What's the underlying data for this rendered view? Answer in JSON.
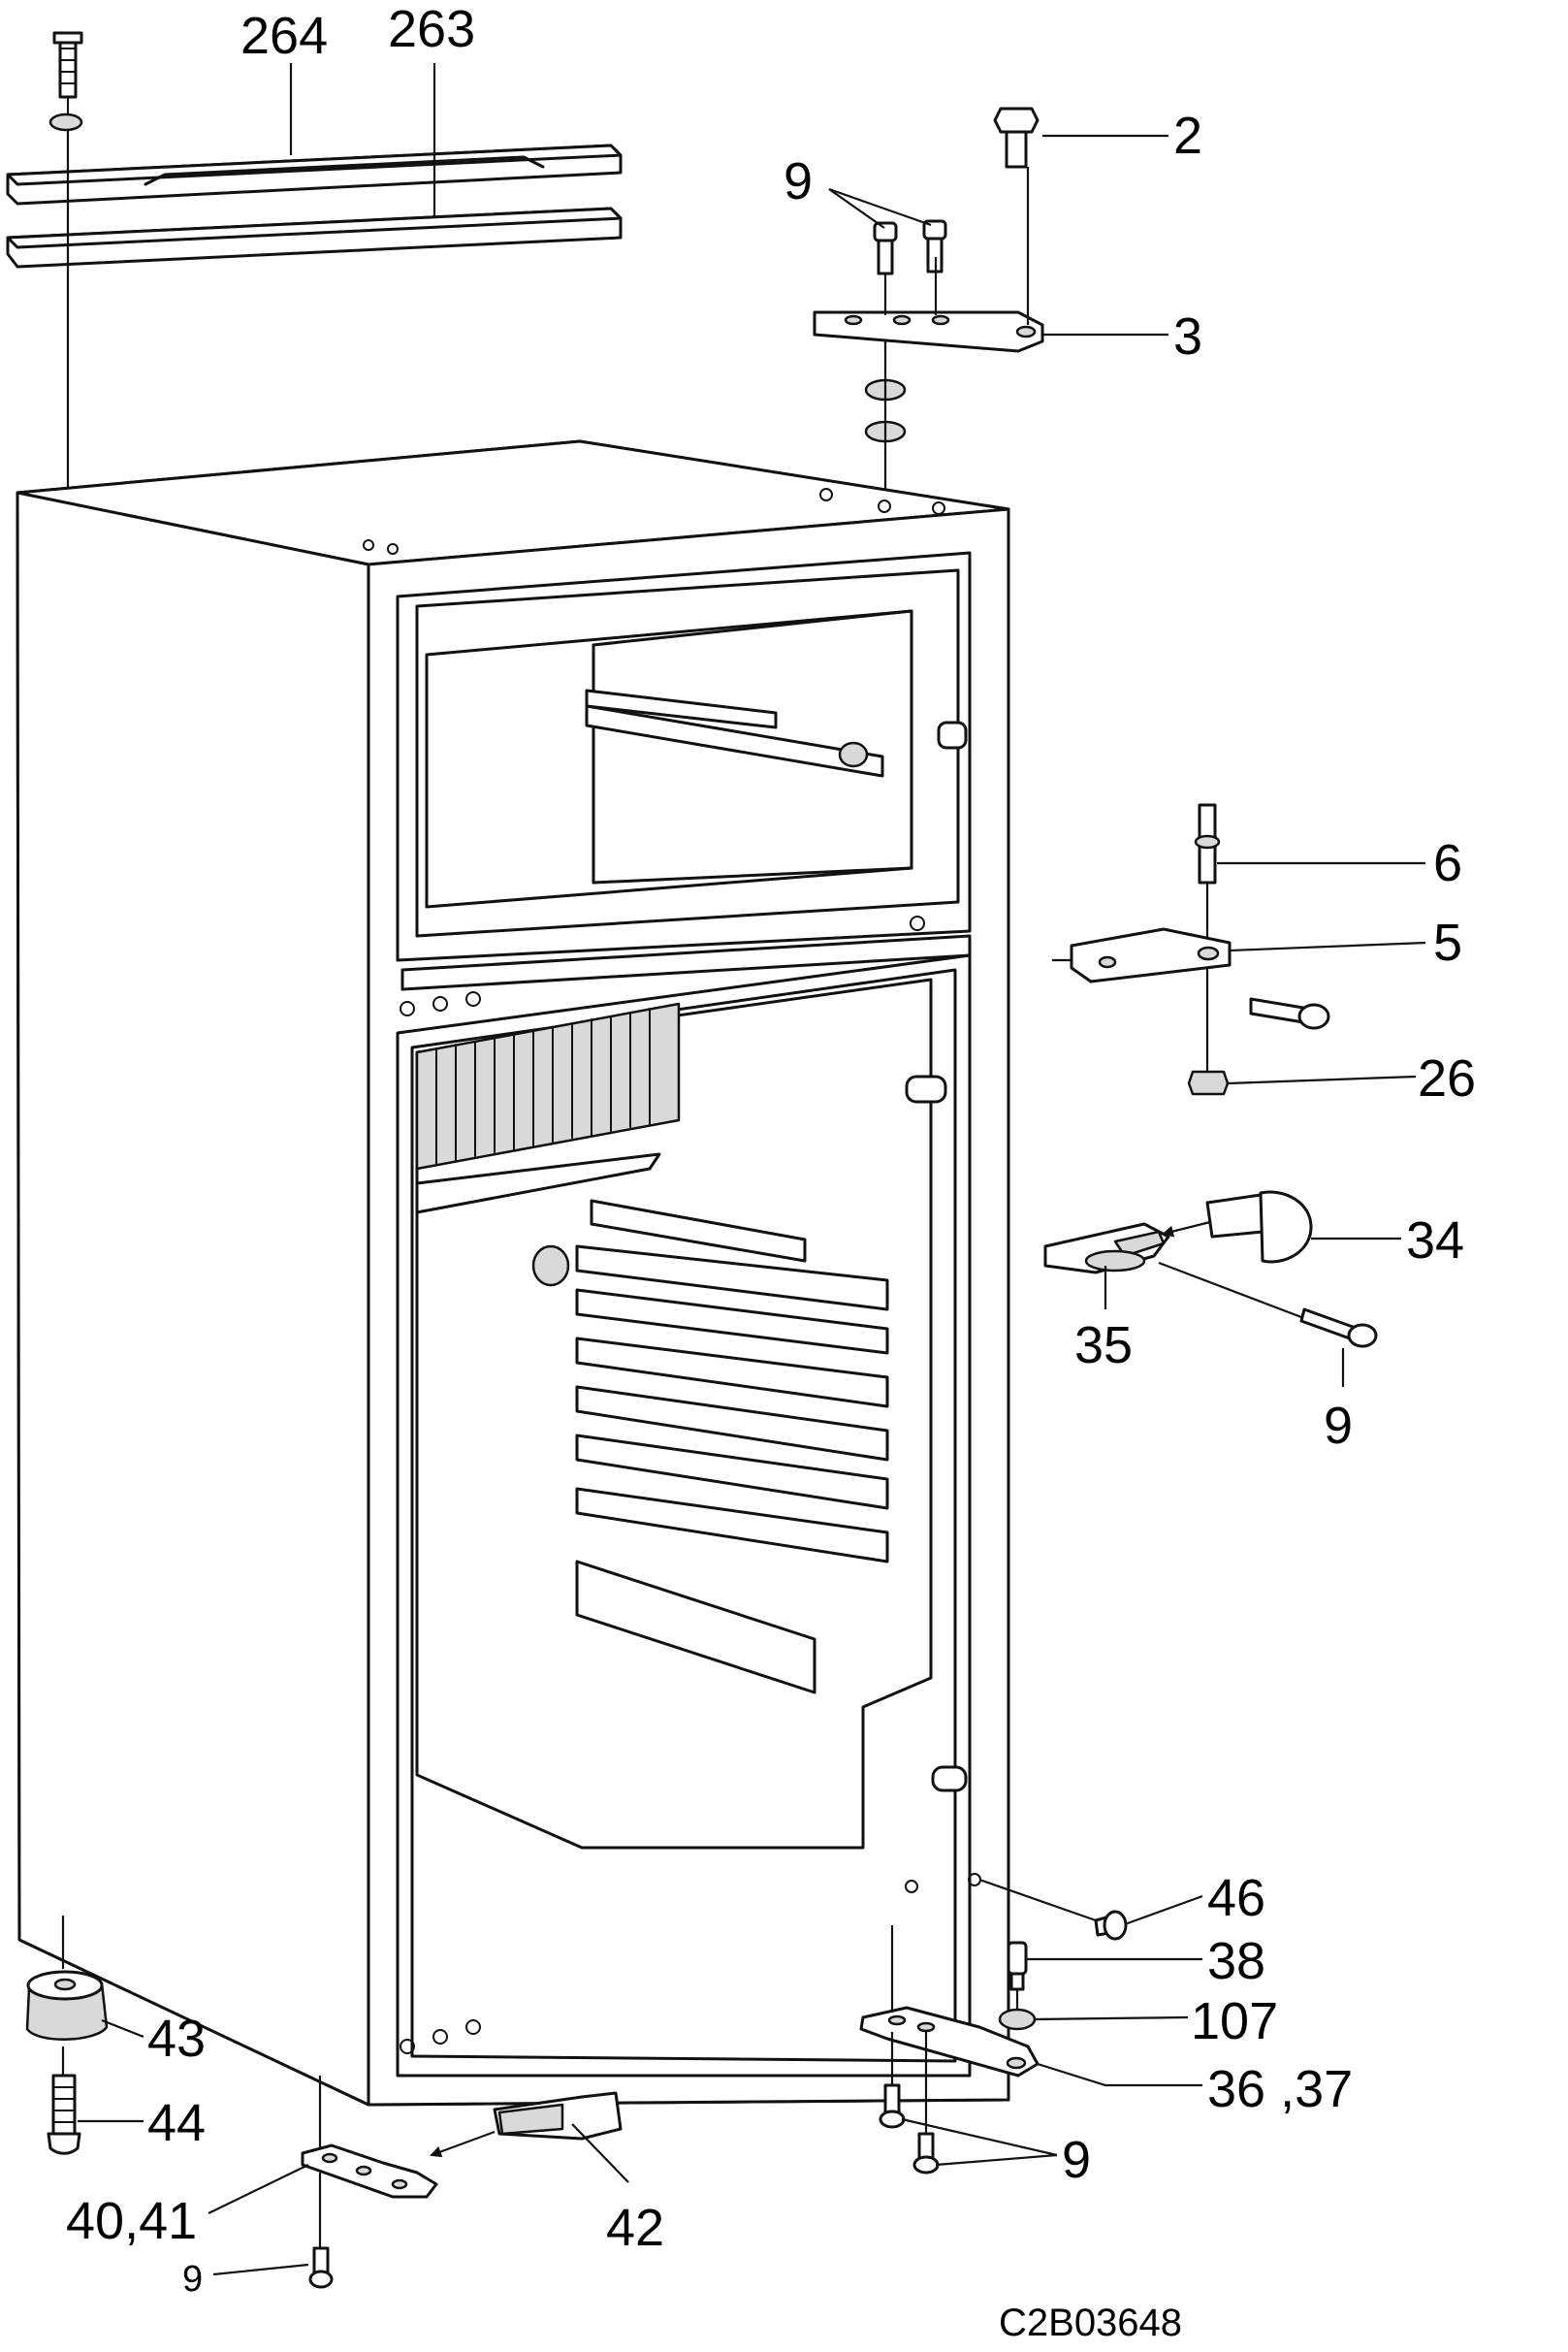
{
  "callouts": {
    "c264": "264",
    "c263": "263",
    "c2": "2",
    "c9_top": "9",
    "c3": "3",
    "c6": "6",
    "c5": "5",
    "c26": "26",
    "c34": "34",
    "c35": "35",
    "c9_mid": "9",
    "c46": "46",
    "c38": "38",
    "c107": "107",
    "c36_37": "36 ,37",
    "c9_bot_right": "9",
    "c43": "43",
    "c44": "44",
    "c40_41": "40,41",
    "c42": "42",
    "c9_bot_left": "9"
  },
  "drawing_code": "C2B03648"
}
